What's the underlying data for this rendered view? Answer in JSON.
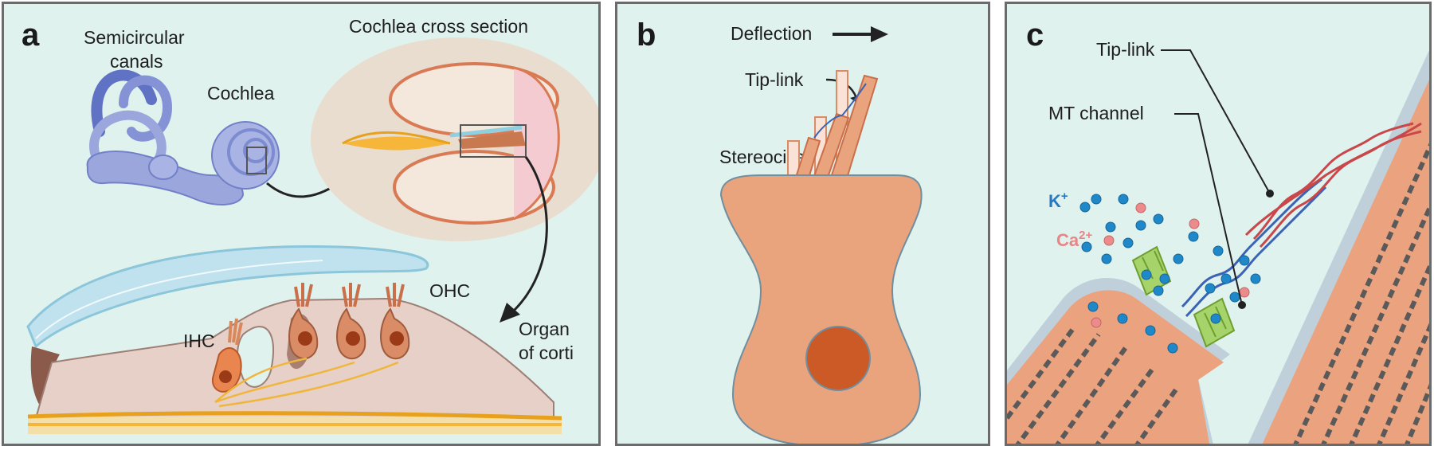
{
  "panels": {
    "a": {
      "label": "a",
      "semicircular_line1": "Semicircular",
      "semicircular_line2": "canals",
      "cochlea": "Cochlea",
      "cross_section": "Cochlea cross section",
      "ohc": "OHC",
      "ihc": "IHC",
      "organ_line1": "Organ",
      "organ_line2": "of corti"
    },
    "b": {
      "label": "b",
      "deflection": "Deflection",
      "tip_link": "Tip-link",
      "stereocilia": "Stereocilia"
    },
    "c": {
      "label": "c",
      "tip_link": "Tip-link",
      "mt_channel": "MT channel",
      "k": "K",
      "k_sup": "+",
      "ca": "Ca",
      "ca_sup": "2+"
    }
  },
  "colors": {
    "background": "#e0f2ee",
    "border": "#6b6b6b",
    "inner_ear": "#9aa6dc",
    "hair_cell": "#e9a47e",
    "nucleus": "#cc5a26",
    "tectorial": "#b8dce8",
    "potassium": "#1f88c8",
    "calcium": "#ec8b8b",
    "channel": "#a6d46a",
    "tip_link_red": "#c9474a",
    "tip_link_blue": "#3a63b5"
  }
}
